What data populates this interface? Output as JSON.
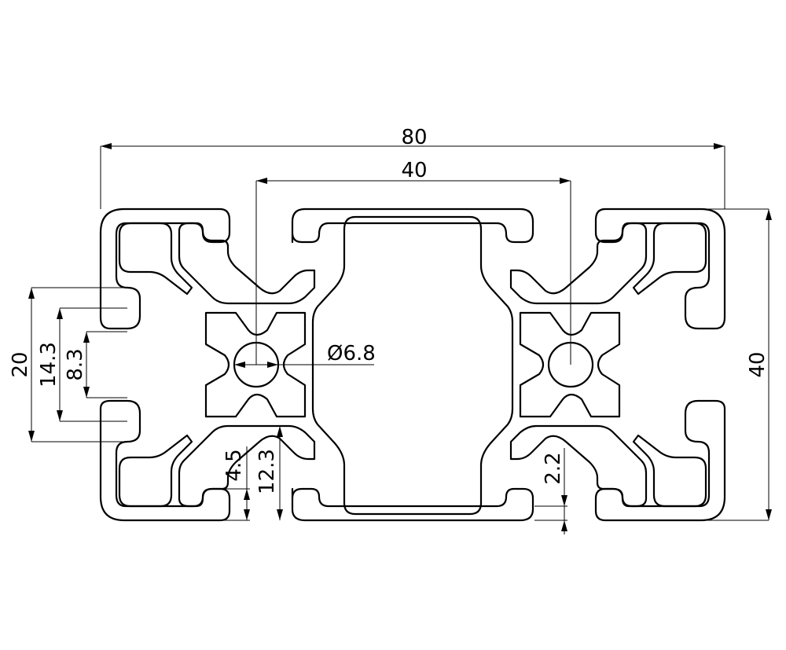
{
  "dimensions": {
    "overall_width": "80",
    "center_width": "40",
    "height_right": "40",
    "height_left": "20",
    "slot_outer": "14.3",
    "slot_inner": "8.3",
    "bore_diameter": "Ø6.8",
    "wall_4_5": "4.5",
    "depth_12_3": "12.3",
    "wall_2_2": "2.2"
  },
  "colors": {
    "line": "#000000",
    "background": "#ffffff"
  }
}
